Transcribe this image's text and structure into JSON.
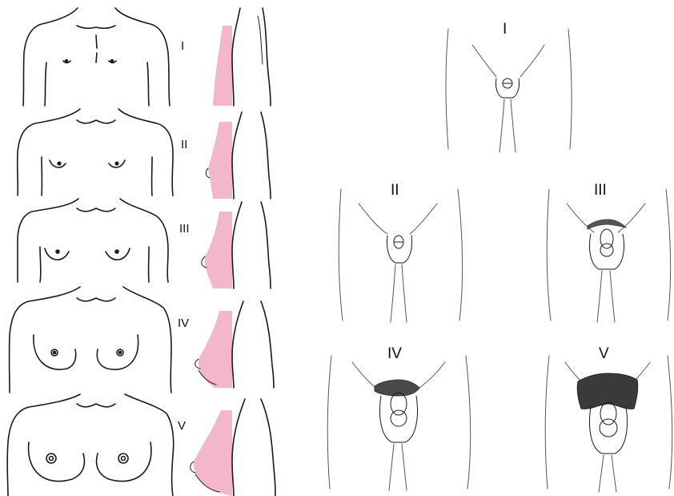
{
  "breast_stages": [
    {
      "label": "I"
    },
    {
      "label": "II"
    },
    {
      "label": "III"
    },
    {
      "label": "IV"
    },
    {
      "label": "V"
    }
  ],
  "genital_stages": [
    {
      "label": "I"
    },
    {
      "label": "II"
    },
    {
      "label": "III"
    },
    {
      "label": "IV"
    },
    {
      "label": "V"
    }
  ],
  "colors": {
    "profile_fill": "#f4b6cc",
    "ink": "#1a1a1a",
    "hair": "#444444"
  }
}
